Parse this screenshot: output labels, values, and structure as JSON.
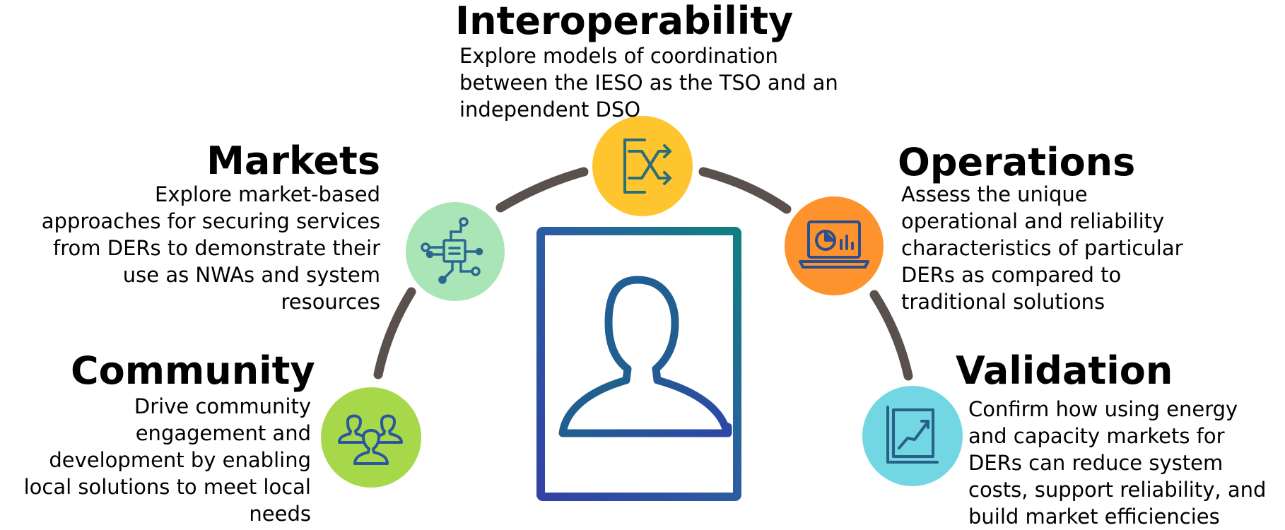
{
  "pillars": {
    "interoperability": {
      "title": "Interoperability",
      "description": "Explore models of coordination between the IESO as the TSO and an independent DSO",
      "color": "#FEC52E",
      "icon": "shuffle-arrows-icon"
    },
    "markets": {
      "title": "Markets",
      "description": "Explore market-based approaches for securing services from DERs to demonstrate their use as NWAs and system resources",
      "color": "#A9E5B6",
      "icon": "circuit-chip-icon"
    },
    "operations": {
      "title": "Operations",
      "description": "Assess the unique operational and reliability characteristics of particular DERs as compared to traditional solutions",
      "color": "#FE922D",
      "icon": "laptop-dashboard-icon"
    },
    "community": {
      "title": "Community",
      "description": "Drive community engagement and development by enabling local solutions to meet local needs",
      "color": "#A6D84A",
      "icon": "people-group-icon"
    },
    "validation": {
      "title": "Validation",
      "description": "Confirm how using energy and capacity markets for DERs can reduce system costs, support reliability, and build market efficiencies",
      "color": "#73D7E3",
      "icon": "growth-chart-icon"
    }
  },
  "center": {
    "icon": "person-profile-icon"
  },
  "arc_color": "#5A504E"
}
